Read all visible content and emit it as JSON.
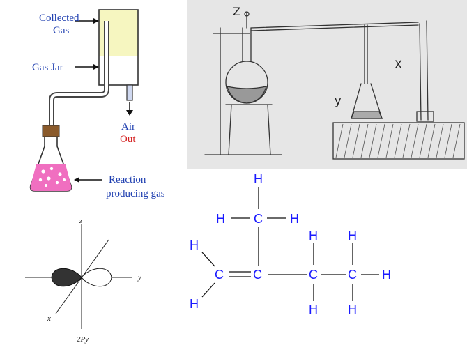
{
  "gas_collection": {
    "collected_gas": [
      "Collected",
      "Gas"
    ],
    "gas_jar": "Gas Jar",
    "air_out": [
      "Air",
      "Out"
    ],
    "reaction": [
      "Reaction",
      "producing gas"
    ],
    "colors": {
      "label": "#1f3fb0",
      "out": "#d42020",
      "jar_gas": "#f6f6c0",
      "liquid": "#f06fc0",
      "stopper": "#8a5a2b"
    }
  },
  "sketch": {
    "labels": [
      "Z",
      "X",
      "y"
    ]
  },
  "orbital": {
    "axis_z": "z",
    "axis_y": "y",
    "axis_x": "x",
    "name": "2Py"
  },
  "molecule": {
    "atoms": [
      {
        "id": "h_top",
        "label": "H"
      },
      {
        "id": "h_ml",
        "label": "H"
      },
      {
        "id": "c_methyl",
        "label": "C"
      },
      {
        "id": "h_mr",
        "label": "H"
      },
      {
        "id": "h_ul",
        "label": "H"
      },
      {
        "id": "h_c3t",
        "label": "H"
      },
      {
        "id": "h_c4t",
        "label": "H"
      },
      {
        "id": "c1",
        "label": "C"
      },
      {
        "id": "c2",
        "label": "C"
      },
      {
        "id": "c3",
        "label": "C"
      },
      {
        "id": "c4",
        "label": "C"
      },
      {
        "id": "h_end",
        "label": "H"
      },
      {
        "id": "h_ll",
        "label": "H"
      },
      {
        "id": "h_c3b",
        "label": "H"
      },
      {
        "id": "h_c4b",
        "label": "H"
      }
    ],
    "color": "#1a1aff"
  }
}
